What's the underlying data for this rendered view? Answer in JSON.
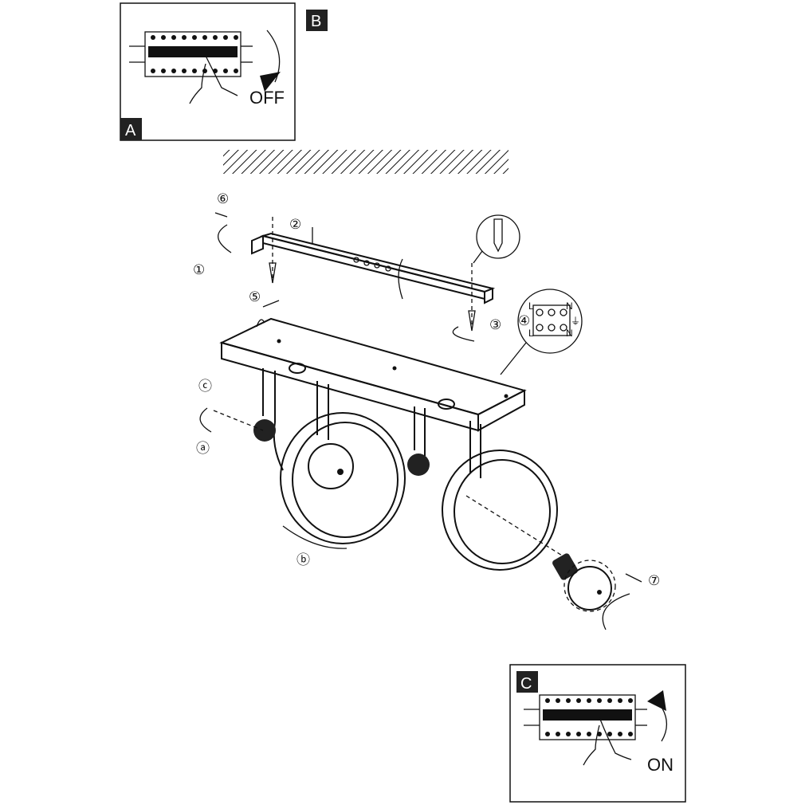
{
  "panels": {
    "a": {
      "badge": "A",
      "badge_b": "B",
      "action": "OFF"
    },
    "c": {
      "badge": "C",
      "action": "ON"
    }
  },
  "steps": [
    "①",
    "②",
    "③",
    "④",
    "⑤",
    "⑥",
    "⑦"
  ],
  "sub_steps": [
    "ⓐ",
    "ⓑ",
    "ⓒ"
  ],
  "terminal": {
    "live": "L",
    "neutral": "N",
    "earth": "⏚"
  }
}
